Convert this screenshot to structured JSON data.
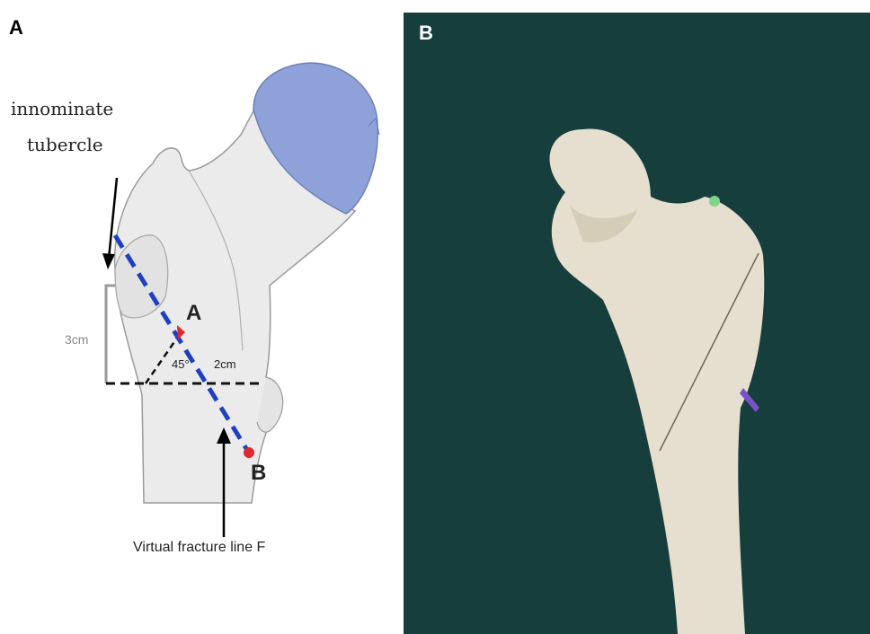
{
  "panels": {
    "a": {
      "letter": "A",
      "label_innominate_line1": "innominate",
      "label_innominate_line2": "tubercle",
      "label_distance": "3cm",
      "label_point_a": "A",
      "label_point_b": "B",
      "label_angle": "45°",
      "label_length": "2cm",
      "label_fracture": "Virtual fracture line F"
    },
    "b": {
      "letter": "B"
    }
  },
  "colors": {
    "femoral_head": "#8ea1d8",
    "fracture_line": "#1f3fbf",
    "marker": "#e0282c",
    "bone": "#ebebeb",
    "photo_background": "#163e3c",
    "bone_model": "#e6dfcf"
  }
}
